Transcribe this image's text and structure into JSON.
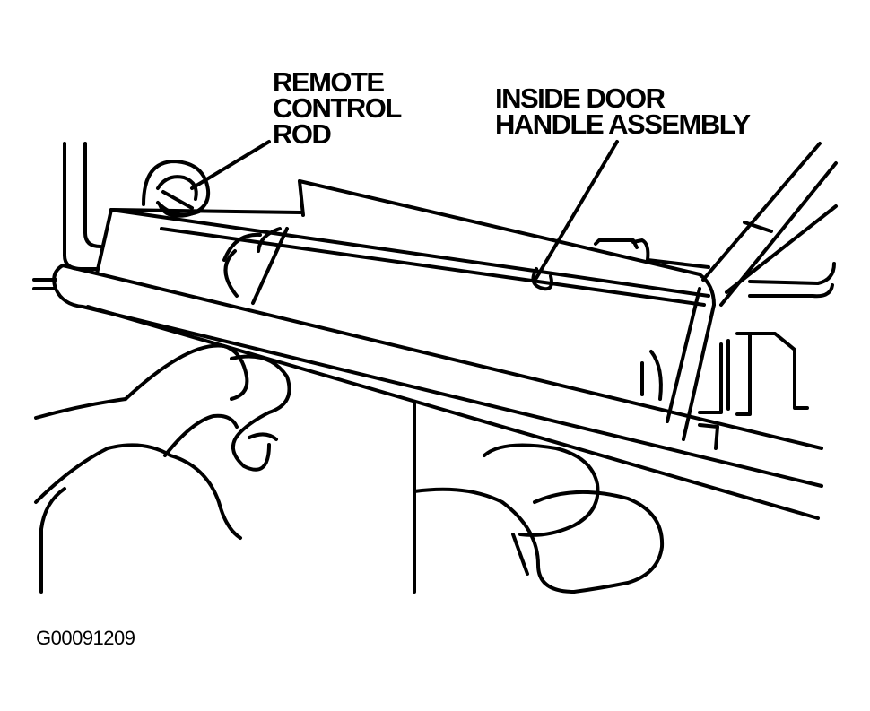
{
  "labels": {
    "remote_control_rod": [
      "REMOTE",
      "CONTROL",
      "ROD"
    ],
    "inside_door_handle": [
      "INSIDE DOOR",
      "HANDLE ASSEMBLY"
    ]
  },
  "figure_id": "G00091209",
  "colors": {
    "ink": "#000000",
    "paper": "#ffffff"
  }
}
